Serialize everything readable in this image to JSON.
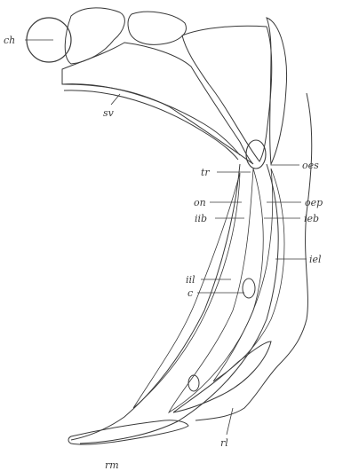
{
  "figure": {
    "labels": {
      "ch": "ch",
      "sv": "sv",
      "tr": "tr",
      "oes": "oes",
      "on": "on",
      "oep": "oep",
      "iib": "iib",
      "ieb": "ieb",
      "iel": "iel",
      "iil": "iil",
      "c": "c",
      "rl": "rl",
      "rm": "rm"
    },
    "colors": {
      "ink": "#3a3a3a",
      "paper": "#ffffff"
    }
  }
}
